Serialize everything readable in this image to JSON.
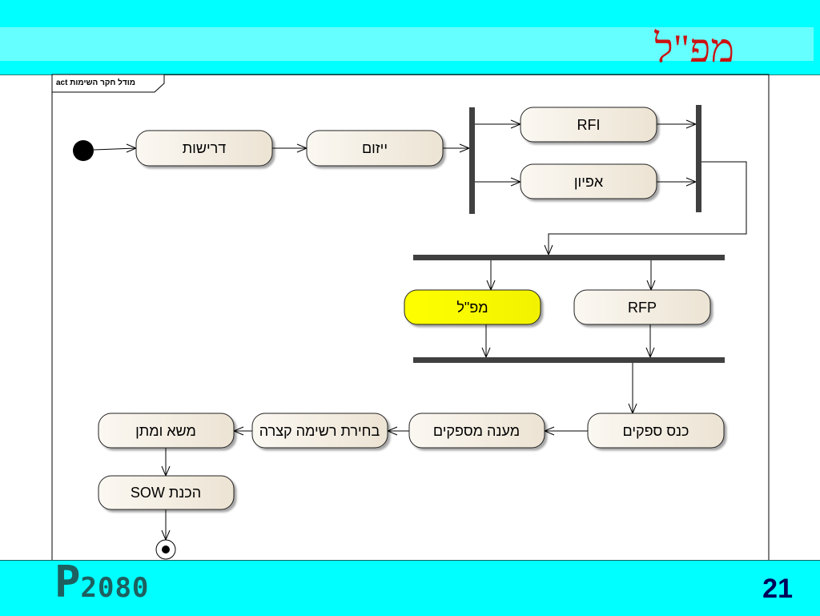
{
  "slide": {
    "title": "מפ\"ל",
    "page_number": "21",
    "logo_letter": "P",
    "logo_number": "2080"
  },
  "diagram": {
    "frame_tag": "act מודל חקר השימות",
    "nodes": {
      "requirements": "דרישות",
      "initiation": "ייזום",
      "rfi": "RFI",
      "characterization": "אפיון",
      "mapal": "מפ\"ל",
      "rfp": "RFP",
      "supplier_conference": "כנס ספקים",
      "supplier_response": "מענה מספקים",
      "shortlist": "בחירת רשימה קצרה",
      "negotiation": "משא ומתן",
      "sow": "הכנת SOW"
    },
    "colors": {
      "node_fill": "#f3ede2",
      "highlight_fill": "#ffff00",
      "bar": "#404040",
      "header": "#00ffff",
      "title": "#cc1111"
    }
  }
}
